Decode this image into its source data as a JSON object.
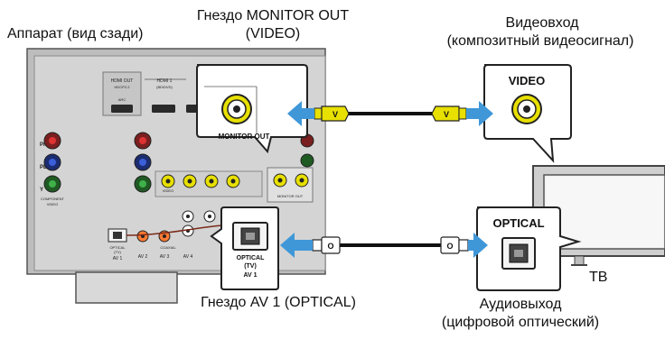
{
  "labels": {
    "receiver_rear": "Аппарат (вид сзади)",
    "monitor_out_jack_line1": "Гнездо MONITOR OUT",
    "monitor_out_jack_line2": "(VIDEO)",
    "video_input_line1": "Видеовход",
    "video_input_line2": "(композитный видеосигнал)",
    "av1_jack": "Гнездо AV 1 (OPTICAL)",
    "audio_output_line1": "Аудиовыход",
    "audio_output_line2": "(цифровой оптический)",
    "tv": "ТВ"
  },
  "receiver_panel": {
    "hdmi_out": "HDMI OUT",
    "hdmi_out_sub": "HDCP2.2",
    "arc": "ARC",
    "hdmi1": "HDMI 1",
    "hdmi1_sub": "(BD/DVD)",
    "component_video_1": "COMPONENT",
    "component_video_2": "VIDEO",
    "video": "VIDEO",
    "monitor_out_small": "MONITOR OUT",
    "optical_small_1": "OPTICAL",
    "optical_small_2": "(TV)",
    "av1_small": "AV 1",
    "av2_small": "AV 2",
    "av3_small": "AV 3",
    "av4_small": "AV 4",
    "coaxial": "COAXIAL",
    "pb": "PB",
    "pr": "PR",
    "y": "Y"
  },
  "callouts": {
    "zoom_monitor_out": "MONITOR OUT",
    "zoom_optical_1": "OPTICAL",
    "zoom_optical_2": "(TV)",
    "zoom_av1": "AV 1",
    "tv_video": "VIDEO",
    "tv_optical": "OPTICAL"
  },
  "plug_marks": {
    "video_plug": "V",
    "optical_plug": "O"
  },
  "colors": {
    "video_plug": "#e8e000",
    "arrow": "#3f97d8",
    "panel": "#d2d2d2",
    "panel_dark": "#6b6b6b"
  }
}
